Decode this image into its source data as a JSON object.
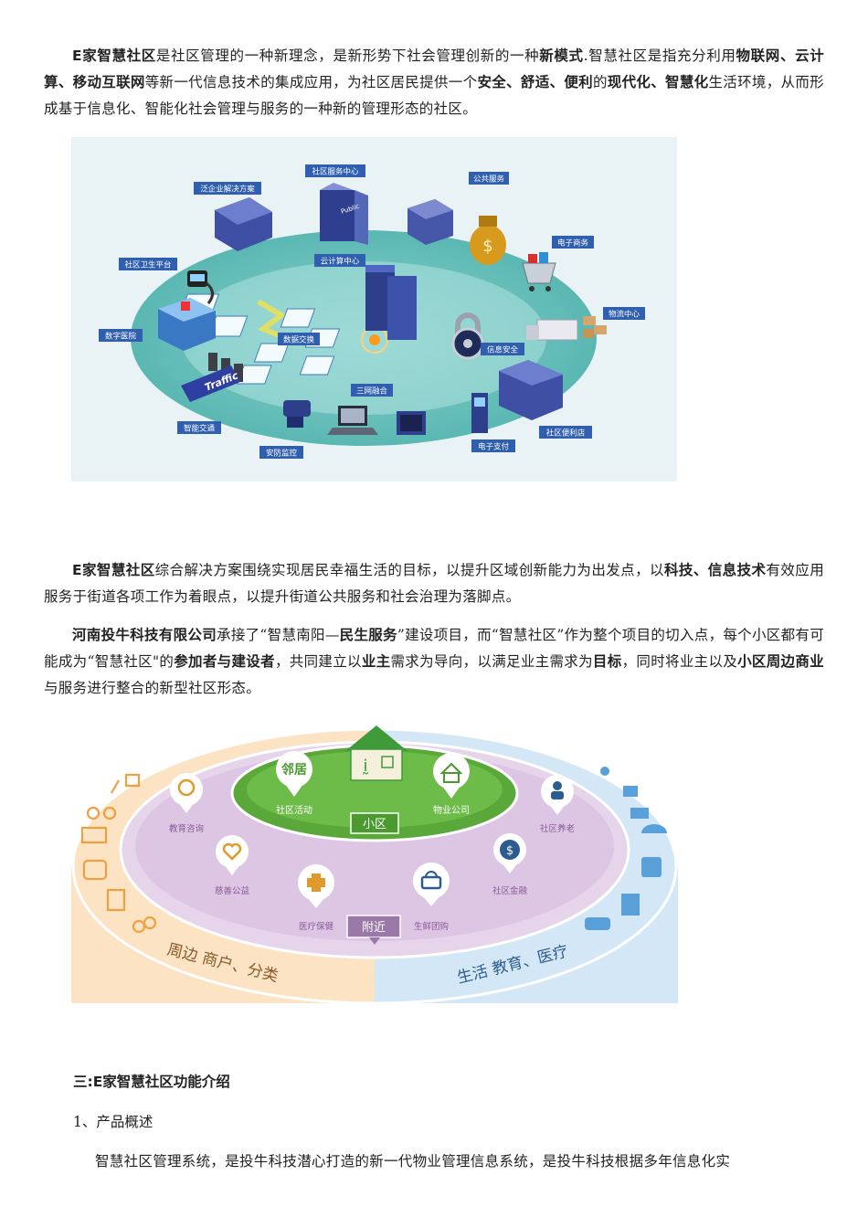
{
  "p1": {
    "s1": "E家智慧社区",
    "s2": "是社区管理的一种新理念，是新形势下社会管理创新的一种",
    "s3": "新模式",
    "s4": ".智慧社区是指充分利用",
    "s5": "物联网、云计算、移动互联网",
    "s6": "等新一代信息技术的集成应用，为社区居民提供一个",
    "s7": "安全、舒适、便利",
    "s8": "的",
    "s9": "现代化、智慧化",
    "s10": "生活环境，从而形成基于信息化、智能化社会管理与服务的一种新的管理形态的社区。"
  },
  "fig1": {
    "labels": {
      "community_service_center": "社区服务中心",
      "enterprise_solutions": "泛企业解决方案",
      "public_service": "公共服务",
      "ecommerce": "电子商务",
      "community_health": "社区卫生平台",
      "cloud_center": "云计算中心",
      "logistics": "物流中心",
      "digital_hospital": "数字医院",
      "data_exchange": "数据交换",
      "info_security": "信息安全",
      "triple_network": "三网融合",
      "smart_traffic": "智能交通",
      "convenience_store": "社区便利店",
      "security_monitor": "安防监控",
      "e_payment": "电子支付",
      "traffic_sign": "Traffic",
      "public_sign": "Public"
    }
  },
  "p2": {
    "s1": "E家智慧社区",
    "s2": "综合解决方案围绕实现居民幸福生活的目标，以提升区域创新能力为出发点，以",
    "s3": "科技、信息技术",
    "s4": "有效应用服务于街道各项工作为着眼点，以提升街道公共服务和社会治理为落脚点。"
  },
  "p3": {
    "s1": "河南投牛科技有限公司",
    "s2": "承接了“智慧南阳—",
    "s3": "民生服务",
    "s4": "”建设项目，而“智慧社区”作为整个项目的切入点，每个小区都有可能成为“智慧社区\"的",
    "s5": "参加者与建设者",
    "s6": "，共同建立以",
    "s7": "业主",
    "s8": "需求为导向，以满足业主需求为",
    "s9": "目标",
    "s10": "，同时将业主以及",
    "s11": "小区周边商业",
    "s12": "与服务进行整合的新型社区形态。"
  },
  "fig2": {
    "neighbor": "邻居",
    "community_activity": "社区活动",
    "property_company": "物业公司",
    "xiaoqu": "小区",
    "education": "教育咨询",
    "elderly": "社区养老",
    "charity": "慈善公益",
    "finance": "社区金融",
    "healthcare": "医疗保健",
    "fresh_group": "生鲜团购",
    "nearby": "附近",
    "left_band": "周边 商户、分类",
    "right_band": "生活 教育、医疗"
  },
  "heading": "三:E家智慧社区功能介绍",
  "sub1": "1、产品概述",
  "p4": "智慧社区管理系统，是投牛科技潜心打造的新一代物业管理信息系统，是投牛科技根据多年信息化实"
}
